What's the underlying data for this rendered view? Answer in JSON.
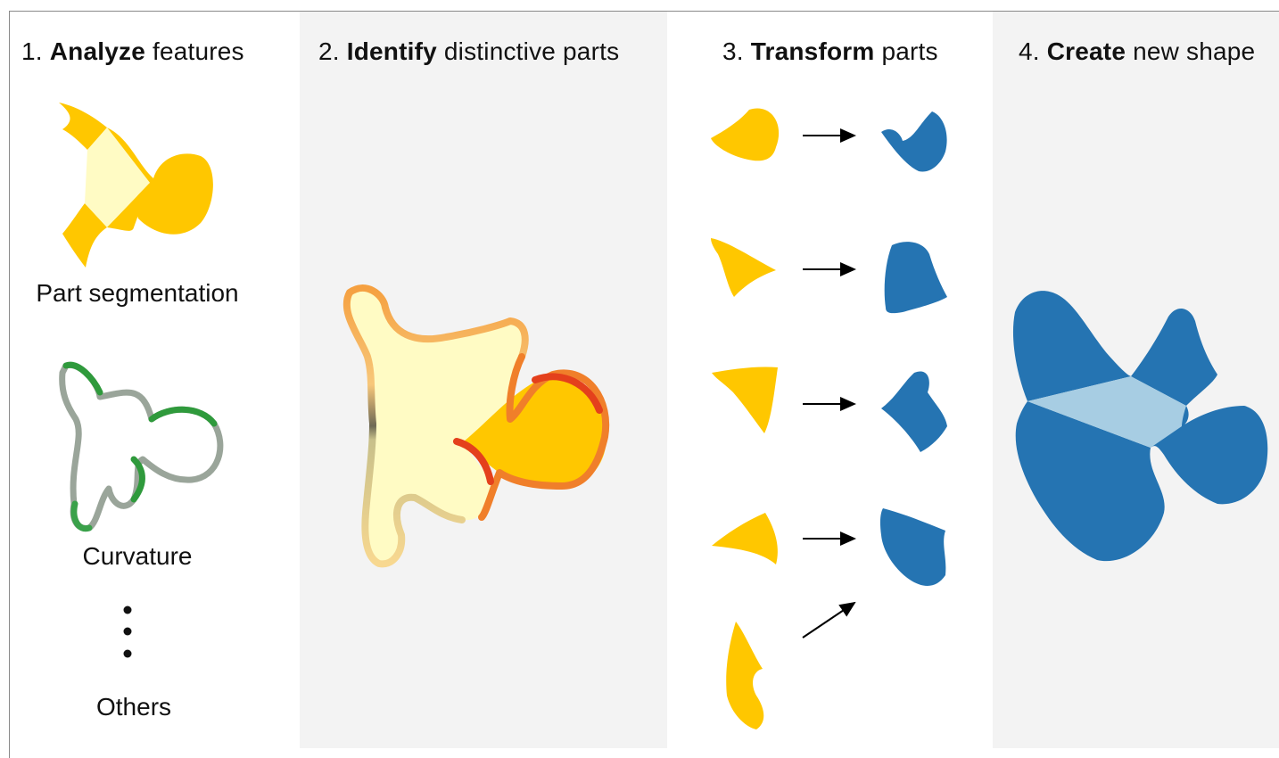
{
  "steps": [
    {
      "number": "1.",
      "bold": "Analyze",
      "rest": "features"
    },
    {
      "number": "2.",
      "bold": "Identify",
      "rest": "distinctive parts"
    },
    {
      "number": "3.",
      "bold": "Transform",
      "rest": "parts"
    },
    {
      "number": "4.",
      "bold": "Create",
      "rest": "new shape"
    }
  ],
  "feature_labels": {
    "segmentation": "Part segmentation",
    "curvature": "Curvature",
    "others": "Others"
  },
  "colors": {
    "yellow": "#ffc700",
    "pale_yellow": "#fffbc4",
    "blue": "#2574b2",
    "light_blue": "#a7cde3",
    "panel_gray": "#f3f3f3",
    "green": "#2f9a3c",
    "orange": "#f07f2a",
    "red": "#e4401c"
  }
}
